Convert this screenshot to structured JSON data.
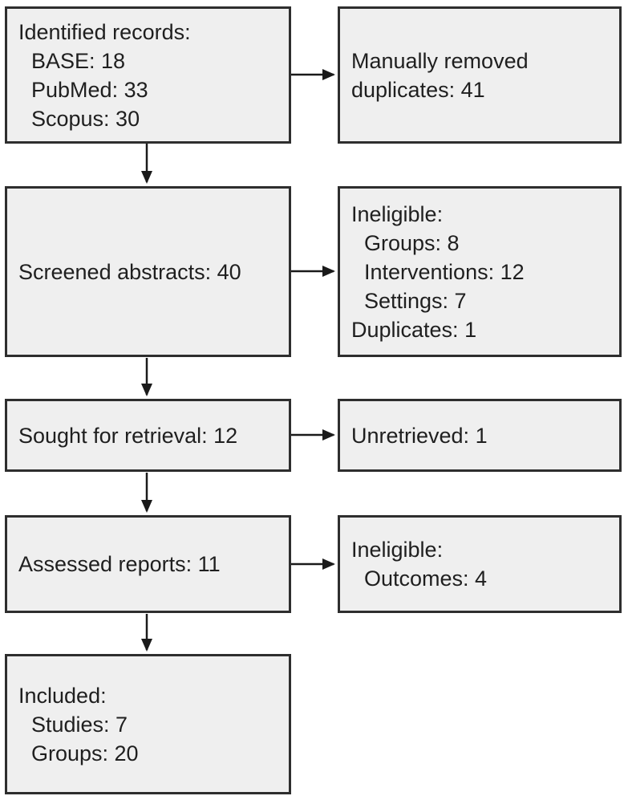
{
  "styles": {
    "background": "#ffffff",
    "box_fill": "#efefef",
    "box_border": "#2e2e2e",
    "text_color": "#1f1f1f",
    "arrow_color": "#1a1a1a"
  },
  "boxes": {
    "identified": {
      "lines": [
        "Identified records:",
        "BASE: 18",
        "PubMed: 33",
        "Scopus: 30"
      ]
    },
    "removed_duplicates": {
      "lines": [
        "Manually removed duplicates: 41"
      ]
    },
    "screened": {
      "lines": [
        "Screened abstracts: 40"
      ]
    },
    "ineligible_abstracts": {
      "lines": [
        "Ineligible:",
        "Groups: 8",
        "Interventions: 12",
        "Settings: 7",
        "Duplicates: 1"
      ]
    },
    "sought": {
      "lines": [
        "Sought for retrieval: 12"
      ]
    },
    "unretrieved": {
      "lines": [
        "Unretrieved: 1"
      ]
    },
    "assessed": {
      "lines": [
        "Assessed reports: 11"
      ]
    },
    "ineligible_reports": {
      "lines": [
        "Ineligible:",
        "Outcomes: 4"
      ]
    },
    "included": {
      "lines": [
        "Included:",
        "Studies: 7",
        "Groups: 20"
      ]
    }
  }
}
